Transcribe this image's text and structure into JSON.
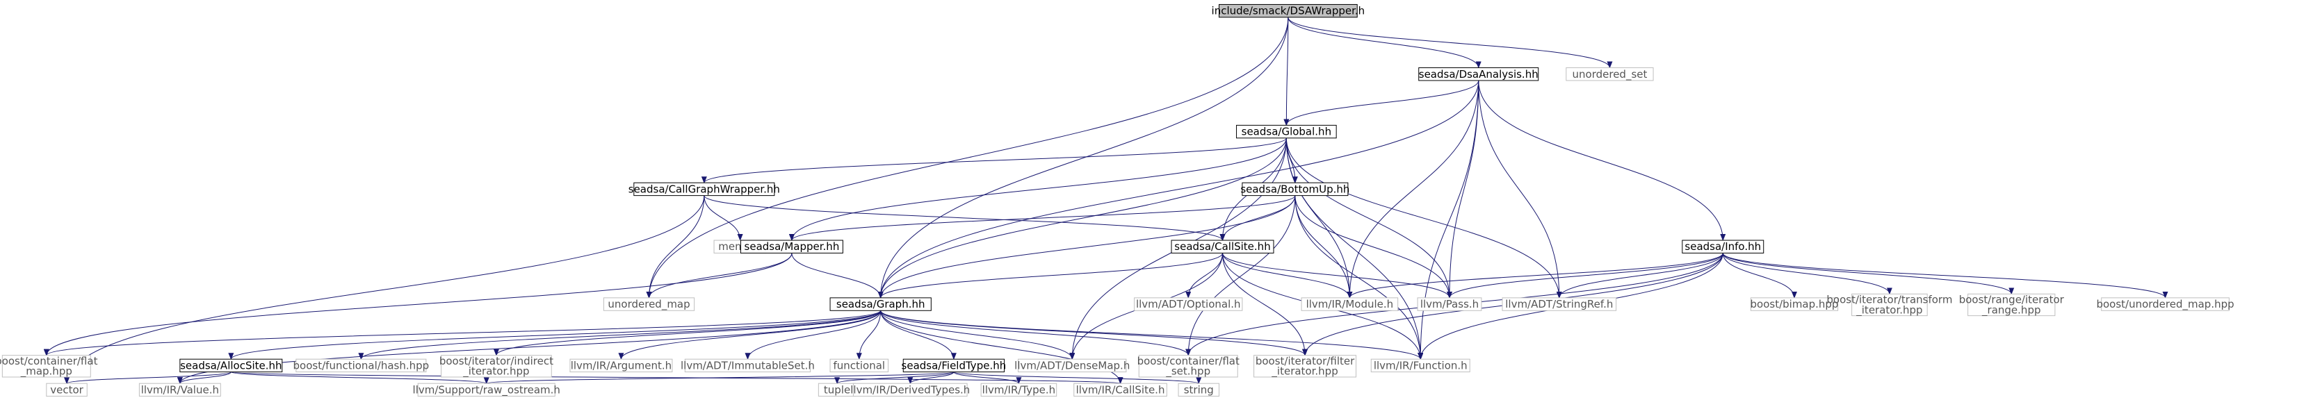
{
  "graph": {
    "nodes": [
      {
        "id": "root",
        "label": "include/smack/DSAWrapper.h",
        "style": "root"
      },
      {
        "id": "dsaanalysis",
        "label": "seadsa/DsaAnalysis.hh",
        "style": "internal"
      },
      {
        "id": "unordered_set",
        "label": "unordered_set",
        "style": "external"
      },
      {
        "id": "global",
        "label": "seadsa/Global.hh",
        "style": "internal"
      },
      {
        "id": "callgraphwrapper",
        "label": "seadsa/CallGraphWrapper.hh",
        "style": "internal"
      },
      {
        "id": "bottomup",
        "label": "seadsa/BottomUp.hh",
        "style": "internal"
      },
      {
        "id": "memory",
        "label": "memory",
        "style": "external"
      },
      {
        "id": "mapper",
        "label": "seadsa/Mapper.hh",
        "style": "internal"
      },
      {
        "id": "callsite_hh",
        "label": "seadsa/CallSite.hh",
        "style": "internal"
      },
      {
        "id": "info",
        "label": "seadsa/Info.hh",
        "style": "internal"
      },
      {
        "id": "unordered_map",
        "label": "unordered_map",
        "style": "external"
      },
      {
        "id": "optional",
        "label": "llvm/ADT/Optional.h",
        "style": "external"
      },
      {
        "id": "module",
        "label": "llvm/IR/Module.h",
        "style": "external"
      },
      {
        "id": "pass",
        "label": "llvm/Pass.h",
        "style": "external"
      },
      {
        "id": "stringref",
        "label": "llvm/ADT/StringRef.h",
        "style": "external"
      },
      {
        "id": "bimap",
        "label": "boost/bimap.hpp",
        "style": "external"
      },
      {
        "id": "transform_iter",
        "label": [
          "boost/iterator/transform",
          "_iterator.hpp"
        ],
        "style": "external"
      },
      {
        "id": "range_iter",
        "label": [
          "boost/range/iterator",
          "_range.hpp"
        ],
        "style": "external"
      },
      {
        "id": "boost_umap",
        "label": "boost/unordered_map.hpp",
        "style": "external"
      },
      {
        "id": "graph_hh",
        "label": "seadsa/Graph.hh",
        "style": "internal"
      },
      {
        "id": "flat_map",
        "label": [
          "boost/container/flat",
          "_map.hpp"
        ],
        "style": "external"
      },
      {
        "id": "allocsite",
        "label": "seadsa/AllocSite.hh",
        "style": "internal"
      },
      {
        "id": "hash",
        "label": "boost/functional/hash.hpp",
        "style": "external"
      },
      {
        "id": "indirect_iter",
        "label": [
          "boost/iterator/indirect",
          "_iterator.hpp"
        ],
        "style": "external"
      },
      {
        "id": "argument",
        "label": "llvm/IR/Argument.h",
        "style": "external"
      },
      {
        "id": "immutableset",
        "label": "llvm/ADT/ImmutableSet.h",
        "style": "external"
      },
      {
        "id": "functional",
        "label": "functional",
        "style": "external"
      },
      {
        "id": "fieldtype",
        "label": "seadsa/FieldType.hh",
        "style": "internal"
      },
      {
        "id": "densemap",
        "label": "llvm/ADT/DenseMap.h",
        "style": "external"
      },
      {
        "id": "flat_set",
        "label": [
          "boost/container/flat",
          "_set.hpp"
        ],
        "style": "external"
      },
      {
        "id": "filter_iter",
        "label": [
          "boost/iterator/filter",
          "_iterator.hpp"
        ],
        "style": "external"
      },
      {
        "id": "function",
        "label": "llvm/IR/Function.h",
        "style": "external"
      },
      {
        "id": "vector",
        "label": "vector",
        "style": "external"
      },
      {
        "id": "value",
        "label": "llvm/IR/Value.h",
        "style": "external"
      },
      {
        "id": "raw_ostream",
        "label": "llvm/Support/raw_ostream.h",
        "style": "external"
      },
      {
        "id": "tuple",
        "label": "tuple",
        "style": "external"
      },
      {
        "id": "derivedtypes",
        "label": "llvm/IR/DerivedTypes.h",
        "style": "external"
      },
      {
        "id": "type",
        "label": "llvm/IR/Type.h",
        "style": "external"
      },
      {
        "id": "callsite_h",
        "label": "llvm/IR/CallSite.h",
        "style": "external"
      },
      {
        "id": "string",
        "label": "string",
        "style": "external"
      }
    ],
    "edges": [
      [
        "root",
        "dsaanalysis"
      ],
      [
        "root",
        "unordered_set"
      ],
      [
        "root",
        "global"
      ],
      [
        "root",
        "graph_hh"
      ],
      [
        "root",
        "unordered_map"
      ],
      [
        "dsaanalysis",
        "global"
      ],
      [
        "dsaanalysis",
        "info"
      ],
      [
        "dsaanalysis",
        "graph_hh"
      ],
      [
        "dsaanalysis",
        "module"
      ],
      [
        "dsaanalysis",
        "pass"
      ],
      [
        "dsaanalysis",
        "stringref"
      ],
      [
        "dsaanalysis",
        "function"
      ],
      [
        "global",
        "callgraphwrapper"
      ],
      [
        "global",
        "bottomup"
      ],
      [
        "global",
        "mapper"
      ],
      [
        "global",
        "callsite_hh"
      ],
      [
        "global",
        "graph_hh"
      ],
      [
        "global",
        "module"
      ],
      [
        "global",
        "pass"
      ],
      [
        "global",
        "stringref"
      ],
      [
        "global",
        "function"
      ],
      [
        "global",
        "densemap"
      ],
      [
        "callgraphwrapper",
        "memory"
      ],
      [
        "callgraphwrapper",
        "unordered_map"
      ],
      [
        "callgraphwrapper",
        "callsite_hh"
      ],
      [
        "callgraphwrapper",
        "vector"
      ],
      [
        "bottomup",
        "mapper"
      ],
      [
        "bottomup",
        "callsite_hh"
      ],
      [
        "bottomup",
        "graph_hh"
      ],
      [
        "bottomup",
        "module"
      ],
      [
        "bottomup",
        "pass"
      ],
      [
        "bottomup",
        "function"
      ],
      [
        "bottomup",
        "flat_set"
      ],
      [
        "mapper",
        "unordered_map"
      ],
      [
        "mapper",
        "graph_hh"
      ],
      [
        "mapper",
        "flat_map"
      ],
      [
        "callsite_hh",
        "graph_hh"
      ],
      [
        "callsite_hh",
        "optional"
      ],
      [
        "callsite_hh",
        "module"
      ],
      [
        "callsite_hh",
        "pass"
      ],
      [
        "callsite_hh",
        "function"
      ],
      [
        "callsite_hh",
        "densemap"
      ],
      [
        "callsite_hh",
        "filter_iter"
      ],
      [
        "info",
        "module"
      ],
      [
        "info",
        "pass"
      ],
      [
        "info",
        "stringref"
      ],
      [
        "info",
        "bimap"
      ],
      [
        "info",
        "transform_iter"
      ],
      [
        "info",
        "range_iter"
      ],
      [
        "info",
        "boost_umap"
      ],
      [
        "info",
        "function"
      ],
      [
        "info",
        "filter_iter"
      ],
      [
        "info",
        "flat_set"
      ],
      [
        "graph_hh",
        "flat_map"
      ],
      [
        "graph_hh",
        "allocsite"
      ],
      [
        "graph_hh",
        "hash"
      ],
      [
        "graph_hh",
        "indirect_iter"
      ],
      [
        "graph_hh",
        "argument"
      ],
      [
        "graph_hh",
        "immutableset"
      ],
      [
        "graph_hh",
        "functional"
      ],
      [
        "graph_hh",
        "fieldtype"
      ],
      [
        "graph_hh",
        "densemap"
      ],
      [
        "graph_hh",
        "flat_set"
      ],
      [
        "graph_hh",
        "filter_iter"
      ],
      [
        "graph_hh",
        "function"
      ],
      [
        "graph_hh",
        "value"
      ],
      [
        "graph_hh",
        "callsite_h"
      ],
      [
        "allocsite",
        "vector"
      ],
      [
        "allocsite",
        "value"
      ],
      [
        "allocsite",
        "raw_ostream"
      ],
      [
        "allocsite",
        "callsite_h"
      ],
      [
        "fieldtype",
        "raw_ostream"
      ],
      [
        "fieldtype",
        "tuple"
      ],
      [
        "fieldtype",
        "derivedtypes"
      ],
      [
        "fieldtype",
        "type"
      ],
      [
        "fieldtype",
        "string"
      ]
    ]
  },
  "colors": {
    "root_fill": "#bfbfbf",
    "internal_border": "#000000",
    "external_border": "#bfbfbf",
    "edge": "#191970"
  }
}
